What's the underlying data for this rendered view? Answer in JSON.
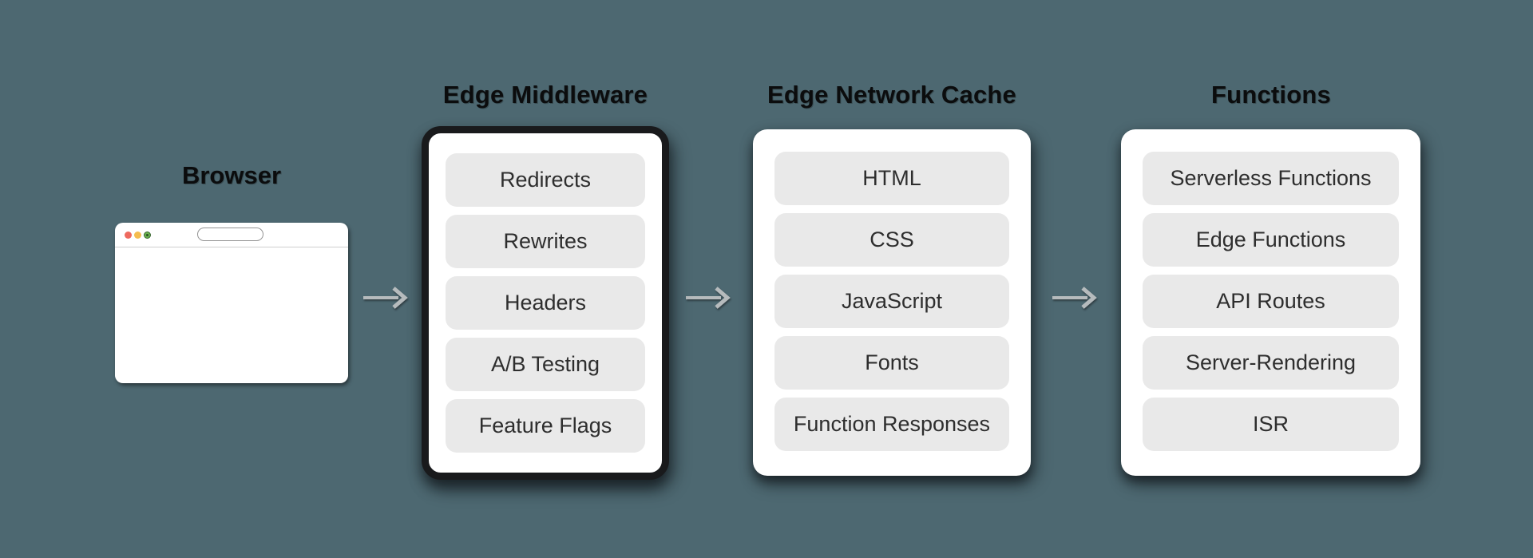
{
  "diagram": {
    "background_color": "#4d6871",
    "arrow_color": "#b6bbbd",
    "browser": {
      "label": "Browser",
      "traffic_lights": [
        {
          "name": "close",
          "color": "#ee6a5f"
        },
        {
          "name": "minimize",
          "color": "#f5bd4f"
        },
        {
          "name": "zoom",
          "color": "#6ab14e"
        }
      ]
    },
    "cards": [
      {
        "title": "Edge Middleware",
        "variant": "bordered",
        "items": [
          "Redirects",
          "Rewrites",
          "Headers",
          "A/B Testing",
          "Feature Flags"
        ]
      },
      {
        "title": "Edge Network Cache",
        "variant": "plain",
        "items": [
          "HTML",
          "CSS",
          "JavaScript",
          "Fonts",
          "Function Responses"
        ]
      },
      {
        "title": "Functions",
        "variant": "plain",
        "items": [
          "Serverless Functions",
          "Edge Functions",
          "API Routes",
          "Server-Rendering",
          "ISR"
        ]
      }
    ]
  }
}
